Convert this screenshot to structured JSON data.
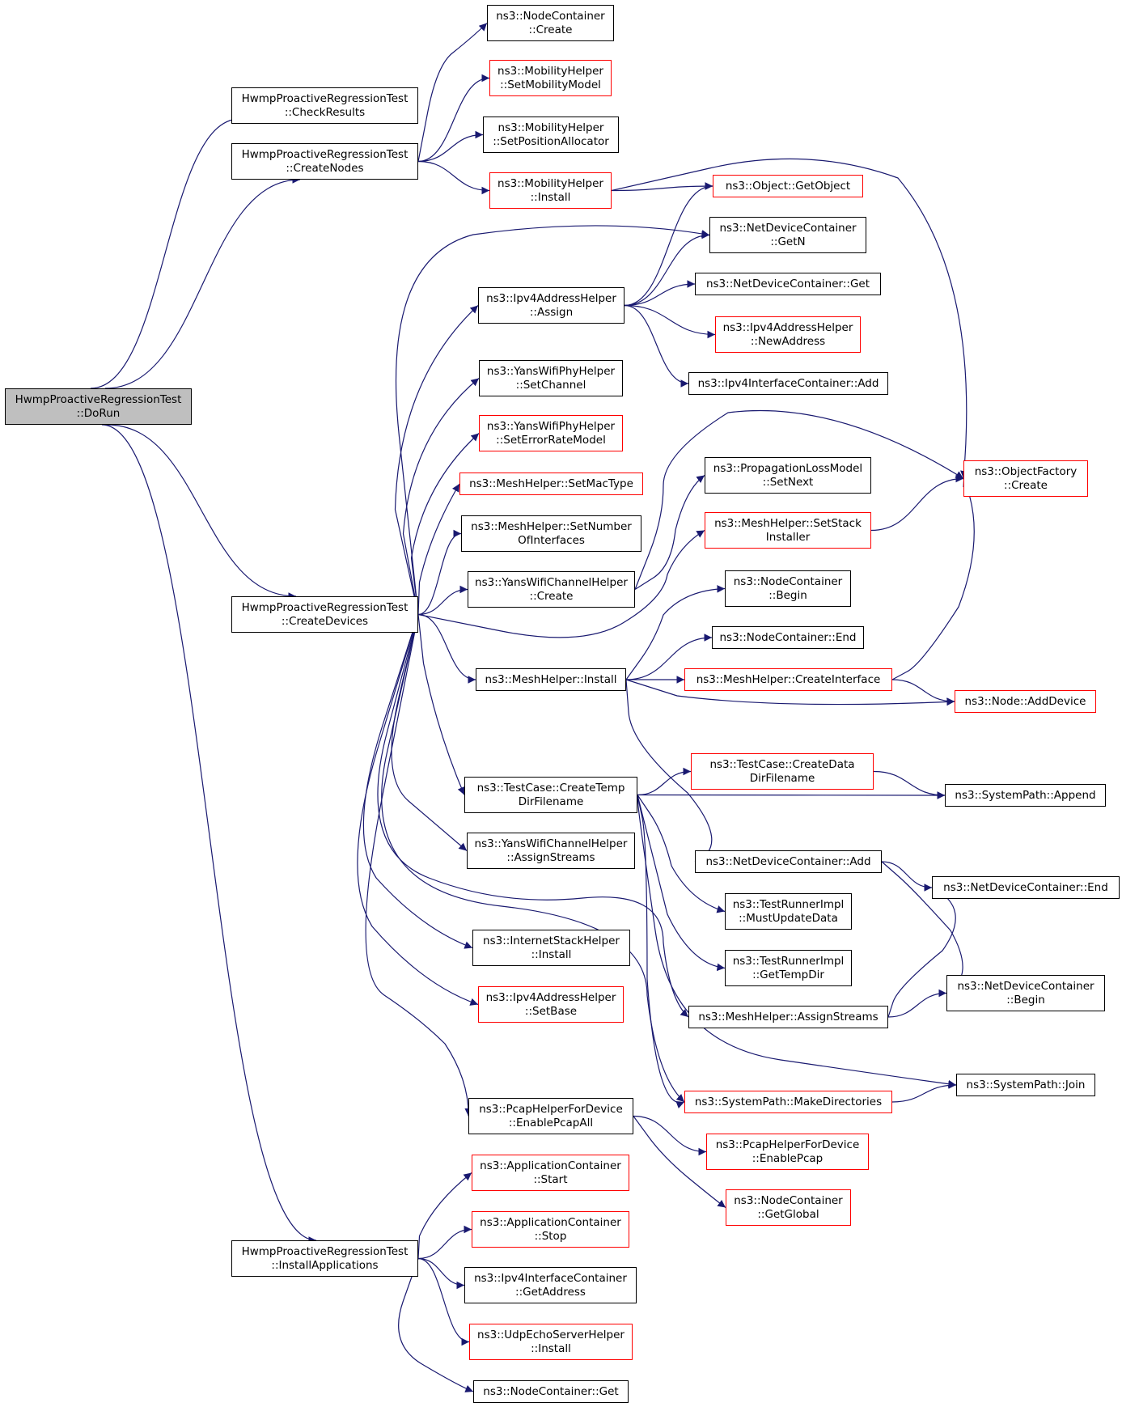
{
  "colors": {
    "edge": "#191970",
    "border": "#000000",
    "undocumented_border": "#ff0000",
    "root_fill": "#bfbfbf"
  },
  "nodes": [
    {
      "id": "dorun",
      "lines": [
        "HwmpProactiveRegressionTest",
        "::DoRun"
      ],
      "style": "root"
    },
    {
      "id": "checkresults",
      "lines": [
        "HwmpProactiveRegressionTest",
        "::CheckResults"
      ],
      "style": "black"
    },
    {
      "id": "createnodes",
      "lines": [
        "HwmpProactiveRegressionTest",
        "::CreateNodes"
      ],
      "style": "black"
    },
    {
      "id": "createdevices",
      "lines": [
        "HwmpProactiveRegressionTest",
        "::CreateDevices"
      ],
      "style": "black"
    },
    {
      "id": "installapps",
      "lines": [
        "HwmpProactiveRegressionTest",
        "::InstallApplications"
      ],
      "style": "black"
    },
    {
      "id": "nc_create",
      "lines": [
        "ns3::NodeContainer",
        "::Create"
      ],
      "style": "black"
    },
    {
      "id": "mob_setmodel",
      "lines": [
        "ns3::MobilityHelper",
        "::SetMobilityModel"
      ],
      "style": "red"
    },
    {
      "id": "mob_setpos",
      "lines": [
        "ns3::MobilityHelper",
        "::SetPositionAllocator"
      ],
      "style": "black"
    },
    {
      "id": "mob_install",
      "lines": [
        "ns3::MobilityHelper",
        "::Install"
      ],
      "style": "red"
    },
    {
      "id": "obj_getobject",
      "lines": [
        "ns3::Object::GetObject"
      ],
      "style": "red"
    },
    {
      "id": "ndc_getn",
      "lines": [
        "ns3::NetDeviceContainer",
        "::GetN"
      ],
      "style": "black"
    },
    {
      "id": "ipv4_assign",
      "lines": [
        "ns3::Ipv4AddressHelper",
        "::Assign"
      ],
      "style": "black"
    },
    {
      "id": "ndc_get",
      "lines": [
        "ns3::NetDeviceContainer::Get"
      ],
      "style": "black"
    },
    {
      "id": "ipv4_newaddr",
      "lines": [
        "ns3::Ipv4AddressHelper",
        "::NewAddress"
      ],
      "style": "red"
    },
    {
      "id": "ipv4ic_add",
      "lines": [
        "ns3::Ipv4InterfaceContainer::Add"
      ],
      "style": "black"
    },
    {
      "id": "yans_setchannel",
      "lines": [
        "ns3::YansWifiPhyHelper",
        "::SetChannel"
      ],
      "style": "black"
    },
    {
      "id": "yans_seterr",
      "lines": [
        "ns3::YansWifiPhyHelper",
        "::SetErrorRateModel"
      ],
      "style": "red"
    },
    {
      "id": "mesh_setmac",
      "lines": [
        "ns3::MeshHelper::SetMacType"
      ],
      "style": "red"
    },
    {
      "id": "mesh_setnum",
      "lines": [
        "ns3::MeshHelper::SetNumber",
        "OfInterfaces"
      ],
      "style": "black"
    },
    {
      "id": "yanschan_create",
      "lines": [
        "ns3::YansWifiChannelHelper",
        "::Create"
      ],
      "style": "black"
    },
    {
      "id": "objfactory_create",
      "lines": [
        "ns3::ObjectFactory",
        "::Create"
      ],
      "style": "red"
    },
    {
      "id": "prop_setnext",
      "lines": [
        "ns3::PropagationLossModel",
        "::SetNext"
      ],
      "style": "black"
    },
    {
      "id": "mesh_setstack",
      "lines": [
        "ns3::MeshHelper::SetStack",
        "Installer"
      ],
      "style": "red"
    },
    {
      "id": "nc_begin",
      "lines": [
        "ns3::NodeContainer",
        "::Begin"
      ],
      "style": "black"
    },
    {
      "id": "nc_end",
      "lines": [
        "ns3::NodeContainer::End"
      ],
      "style": "black"
    },
    {
      "id": "mesh_install",
      "lines": [
        "ns3::MeshHelper::Install"
      ],
      "style": "black"
    },
    {
      "id": "mesh_createif",
      "lines": [
        "ns3::MeshHelper::CreateInterface"
      ],
      "style": "red"
    },
    {
      "id": "node_adddevice",
      "lines": [
        "ns3::Node::AddDevice"
      ],
      "style": "red"
    },
    {
      "id": "tc_createdata",
      "lines": [
        "ns3::TestCase::CreateData",
        "DirFilename"
      ],
      "style": "red"
    },
    {
      "id": "tc_createtemp",
      "lines": [
        "ns3::TestCase::CreateTemp",
        "DirFilename"
      ],
      "style": "black"
    },
    {
      "id": "sp_append",
      "lines": [
        "ns3::SystemPath::Append"
      ],
      "style": "black"
    },
    {
      "id": "yanschan_assign",
      "lines": [
        "ns3::YansWifiChannelHelper",
        "::AssignStreams"
      ],
      "style": "black"
    },
    {
      "id": "ndc_add",
      "lines": [
        "ns3::NetDeviceContainer::Add"
      ],
      "style": "black"
    },
    {
      "id": "ndc_end",
      "lines": [
        "ns3::NetDeviceContainer::End"
      ],
      "style": "black"
    },
    {
      "id": "tri_mustupdate",
      "lines": [
        "ns3::TestRunnerImpl",
        "::MustUpdateData"
      ],
      "style": "black"
    },
    {
      "id": "inet_install",
      "lines": [
        "ns3::InternetStackHelper",
        "::Install"
      ],
      "style": "black"
    },
    {
      "id": "tri_gettemp",
      "lines": [
        "ns3::TestRunnerImpl",
        "::GetTempDir"
      ],
      "style": "black"
    },
    {
      "id": "ndc_begin",
      "lines": [
        "ns3::NetDeviceContainer",
        "::Begin"
      ],
      "style": "black"
    },
    {
      "id": "ipv4_setbase",
      "lines": [
        "ns3::Ipv4AddressHelper",
        "::SetBase"
      ],
      "style": "red"
    },
    {
      "id": "mesh_assign",
      "lines": [
        "ns3::MeshHelper::AssignStreams"
      ],
      "style": "black"
    },
    {
      "id": "sp_join",
      "lines": [
        "ns3::SystemPath::Join"
      ],
      "style": "black"
    },
    {
      "id": "sp_makedirs",
      "lines": [
        "ns3::SystemPath::MakeDirectories"
      ],
      "style": "red"
    },
    {
      "id": "pcap_enableall",
      "lines": [
        "ns3::PcapHelperForDevice",
        "::EnablePcapAll"
      ],
      "style": "black"
    },
    {
      "id": "pcap_enable",
      "lines": [
        "ns3::PcapHelperForDevice",
        "::EnablePcap"
      ],
      "style": "red"
    },
    {
      "id": "app_start",
      "lines": [
        "ns3::ApplicationContainer",
        "::Start"
      ],
      "style": "red"
    },
    {
      "id": "nc_getglobal",
      "lines": [
        "ns3::NodeContainer",
        "::GetGlobal"
      ],
      "style": "red"
    },
    {
      "id": "app_stop",
      "lines": [
        "ns3::ApplicationContainer",
        "::Stop"
      ],
      "style": "red"
    },
    {
      "id": "ipv4ic_getaddr",
      "lines": [
        "ns3::Ipv4InterfaceContainer",
        "::GetAddress"
      ],
      "style": "black"
    },
    {
      "id": "udp_install",
      "lines": [
        "ns3::UdpEchoServerHelper",
        "::Install"
      ],
      "style": "red"
    },
    {
      "id": "nc_get",
      "lines": [
        "ns3::NodeContainer::Get"
      ],
      "style": "black"
    }
  ],
  "edges": [
    [
      "dorun",
      "checkresults"
    ],
    [
      "dorun",
      "createnodes"
    ],
    [
      "dorun",
      "createdevices"
    ],
    [
      "dorun",
      "installapps"
    ],
    [
      "createnodes",
      "nc_create"
    ],
    [
      "createnodes",
      "mob_setmodel"
    ],
    [
      "createnodes",
      "mob_setpos"
    ],
    [
      "createnodes",
      "mob_install"
    ],
    [
      "mob_install",
      "obj_getobject"
    ],
    [
      "mob_install",
      "objfactory_create"
    ],
    [
      "createdevices",
      "ndc_getn"
    ],
    [
      "createdevices",
      "ipv4_assign"
    ],
    [
      "createdevices",
      "yans_setchannel"
    ],
    [
      "createdevices",
      "yans_seterr"
    ],
    [
      "createdevices",
      "mesh_setmac"
    ],
    [
      "createdevices",
      "mesh_setnum"
    ],
    [
      "createdevices",
      "yanschan_create"
    ],
    [
      "createdevices",
      "mesh_setstack"
    ],
    [
      "createdevices",
      "mesh_install"
    ],
    [
      "createdevices",
      "tc_createtemp"
    ],
    [
      "createdevices",
      "yanschan_assign"
    ],
    [
      "createdevices",
      "inet_install"
    ],
    [
      "createdevices",
      "ipv4_setbase"
    ],
    [
      "createdevices",
      "mesh_assign"
    ],
    [
      "createdevices",
      "sp_makedirs"
    ],
    [
      "createdevices",
      "pcap_enableall"
    ],
    [
      "ipv4_assign",
      "obj_getobject"
    ],
    [
      "ipv4_assign",
      "ndc_getn"
    ],
    [
      "ipv4_assign",
      "ndc_get"
    ],
    [
      "ipv4_assign",
      "ipv4_newaddr"
    ],
    [
      "ipv4_assign",
      "ipv4ic_add"
    ],
    [
      "yanschan_create",
      "objfactory_create"
    ],
    [
      "yanschan_create",
      "prop_setnext"
    ],
    [
      "mesh_setstack",
      "objfactory_create"
    ],
    [
      "mesh_install",
      "nc_begin"
    ],
    [
      "mesh_install",
      "nc_end"
    ],
    [
      "mesh_install",
      "mesh_createif"
    ],
    [
      "mesh_install",
      "node_adddevice"
    ],
    [
      "mesh_install",
      "ndc_add"
    ],
    [
      "mesh_createif",
      "objfactory_create"
    ],
    [
      "mesh_createif",
      "node_adddevice"
    ],
    [
      "tc_createtemp",
      "tc_createdata"
    ],
    [
      "tc_createtemp",
      "sp_append"
    ],
    [
      "tc_createtemp",
      "tri_mustupdate"
    ],
    [
      "tc_createtemp",
      "tri_gettemp"
    ],
    [
      "tc_createtemp",
      "sp_join"
    ],
    [
      "tc_createtemp",
      "sp_makedirs"
    ],
    [
      "tc_createdata",
      "sp_append"
    ],
    [
      "ndc_add",
      "ndc_end"
    ],
    [
      "ndc_add",
      "ndc_begin"
    ],
    [
      "mesh_assign",
      "ndc_begin"
    ],
    [
      "mesh_assign",
      "ndc_end"
    ],
    [
      "sp_makedirs",
      "sp_join"
    ],
    [
      "pcap_enableall",
      "pcap_enable"
    ],
    [
      "pcap_enableall",
      "nc_getglobal"
    ],
    [
      "installapps",
      "app_start"
    ],
    [
      "installapps",
      "app_stop"
    ],
    [
      "installapps",
      "ipv4ic_getaddr"
    ],
    [
      "installapps",
      "udp_install"
    ],
    [
      "installapps",
      "nc_get"
    ]
  ]
}
